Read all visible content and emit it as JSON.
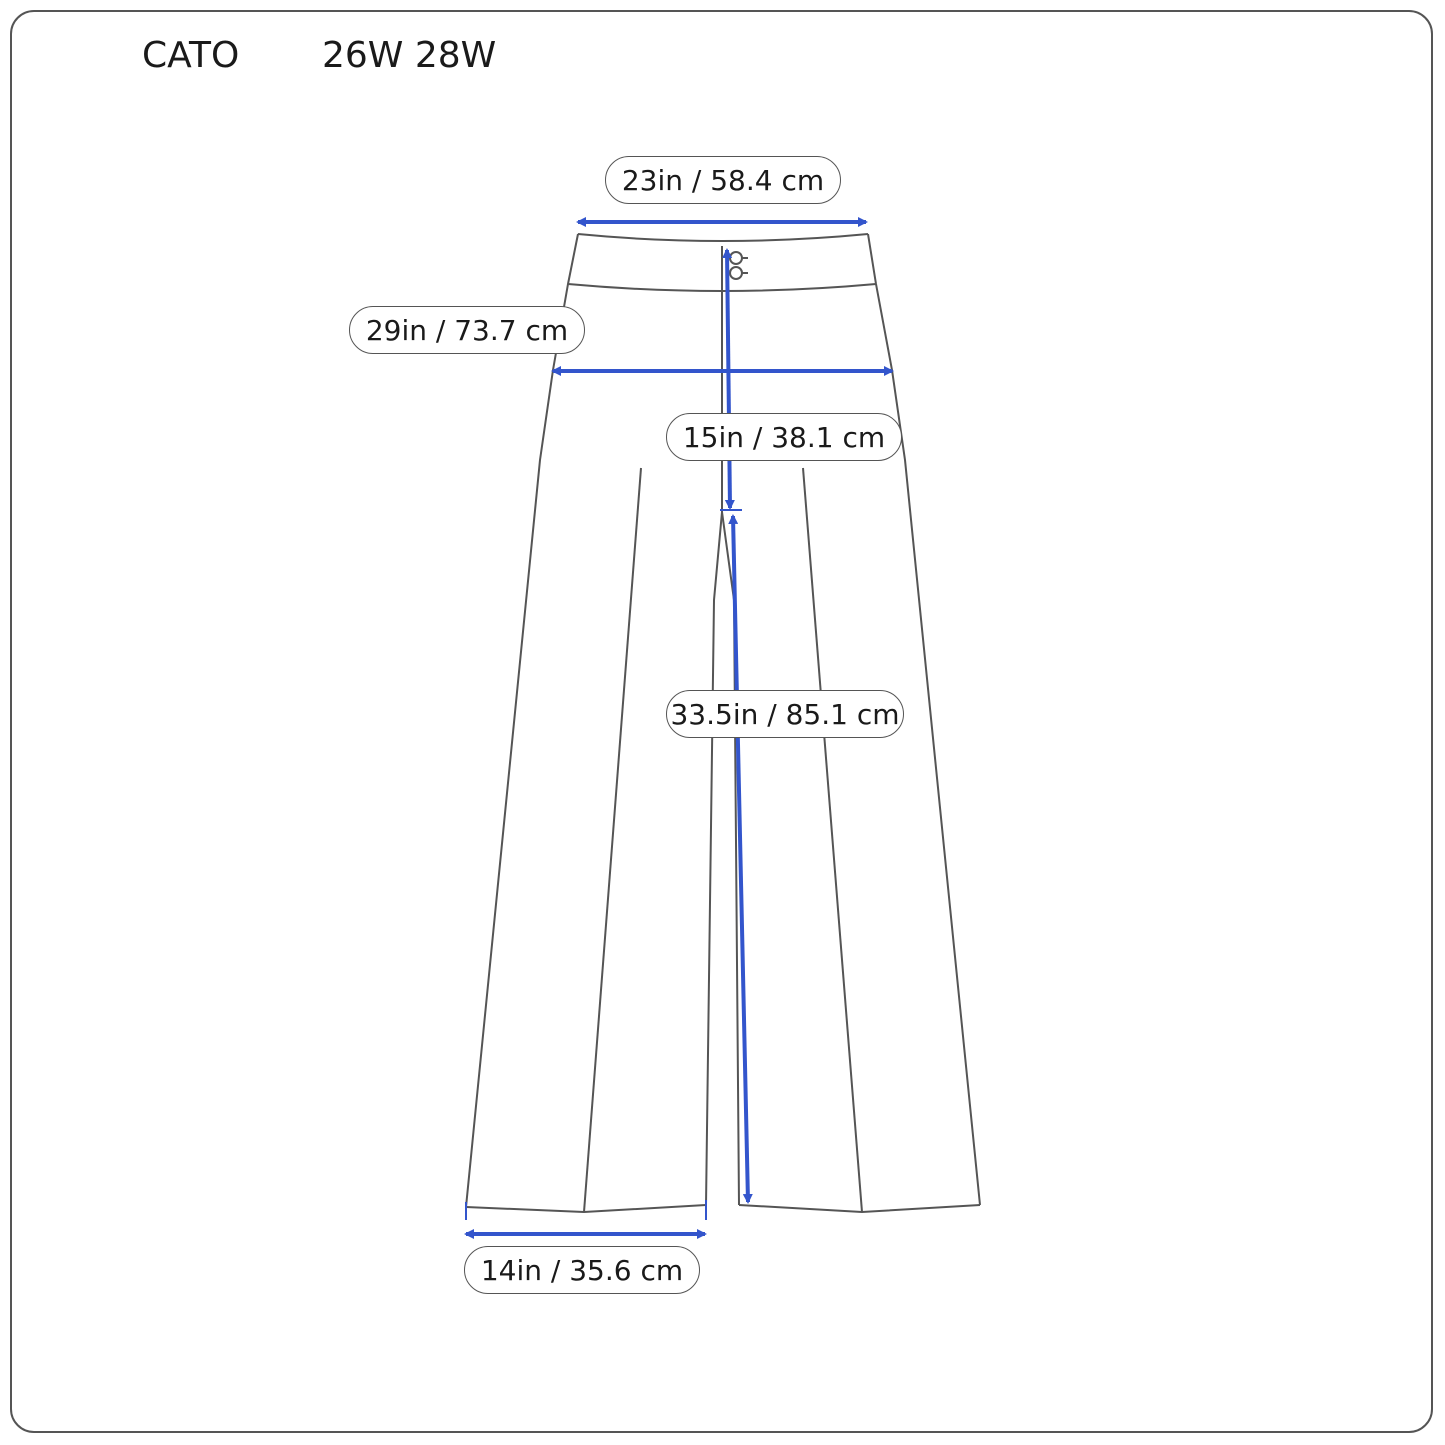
{
  "header": {
    "brand": "CATO",
    "sizes": "26W 28W"
  },
  "measurements": {
    "waist": "23in / 58.4 cm",
    "hip": "29in / 73.7 cm",
    "rise": "15in / 38.1 cm",
    "inseam": "33.5in / 85.1 cm",
    "leg_opening": "14in / 35.6 cm"
  },
  "colors": {
    "arrow": "#3355cc",
    "outline": "#555555"
  }
}
